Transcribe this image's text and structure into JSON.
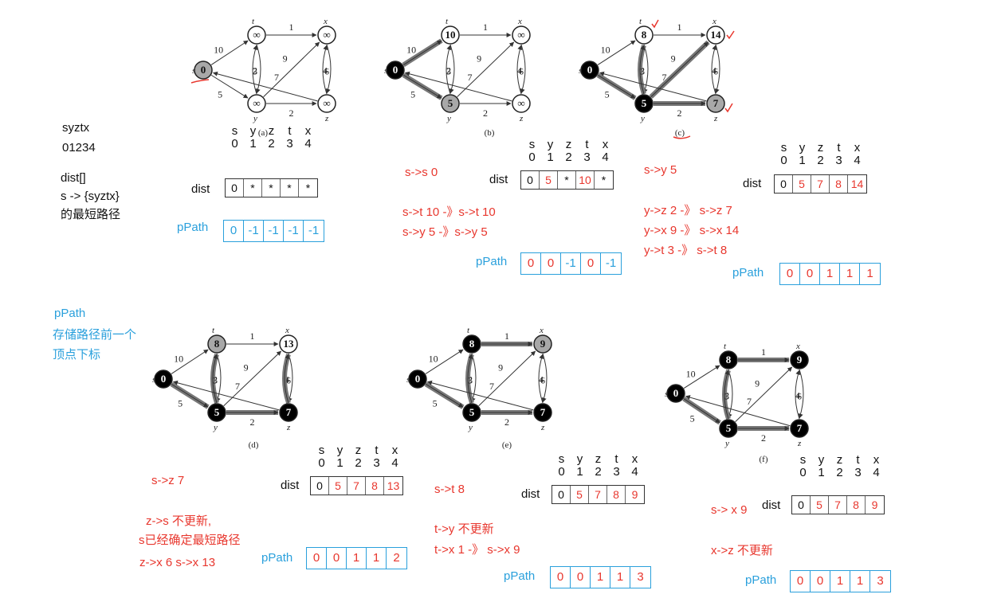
{
  "notes": {
    "order_label": "syztx",
    "index_label": "01234",
    "dist_label": "dist[]",
    "dist_desc_1": "s -> {syztx}",
    "dist_desc_2": "的最短路径",
    "ppath_label": "pPath",
    "ppath_desc_1": "存储路径前一个",
    "ppath_desc_2": "顶点下标"
  },
  "table_header": {
    "names": [
      "s",
      "y",
      "z",
      "t",
      "x"
    ],
    "indices": [
      "0",
      "1",
      "2",
      "3",
      "4"
    ]
  },
  "labels": {
    "dist": "dist",
    "ppath": "pPath"
  },
  "graphs": [
    {
      "caption": "(a)",
      "values": [
        "0",
        "∞",
        "∞",
        "∞",
        "∞"
      ],
      "dist": [
        "0",
        "*",
        "*",
        "*",
        "*"
      ],
      "ppath": [
        "0",
        "-1",
        "-1",
        "-1",
        "-1"
      ],
      "steps": []
    },
    {
      "caption": "(b)",
      "values": [
        "0",
        "5",
        "∞",
        "10",
        "∞"
      ],
      "dist": [
        "0",
        "5",
        "*",
        "10",
        "*"
      ],
      "ppath": [
        "0",
        "0",
        "-1",
        "0",
        "-1"
      ],
      "steps": [
        "s->s  0",
        "s->t 10 -》s->t 10",
        "s->y 5  -》s->y 5"
      ]
    },
    {
      "caption": "(c)",
      "values": [
        "0",
        "5",
        "7",
        "8",
        "14"
      ],
      "dist": [
        "0",
        "5",
        "7",
        "8",
        "14"
      ],
      "ppath": [
        "0",
        "0",
        "1",
        "1",
        "1"
      ],
      "steps": [
        "s->y  5",
        "y->z 2 -》 s->z  7",
        "y->x 9 -》 s->x  14",
        "y->t 3 -》 s->t  8"
      ]
    },
    {
      "caption": "(d)",
      "values": [
        "0",
        "5",
        "7",
        "8",
        "13"
      ],
      "dist": [
        "0",
        "5",
        "7",
        "8",
        "13"
      ],
      "ppath": [
        "0",
        "0",
        "1",
        "1",
        "2"
      ],
      "steps": [
        "s->z   7",
        "z->s  不更新,",
        "s已经确定最短路径",
        "z->x  6    s->x  13"
      ]
    },
    {
      "caption": "(e)",
      "values": [
        "0",
        "5",
        "7",
        "8",
        "9"
      ],
      "dist": [
        "0",
        "5",
        "7",
        "8",
        "9"
      ],
      "ppath": [
        "0",
        "0",
        "1",
        "1",
        "3"
      ],
      "steps": [
        "s->t   8",
        "t->y  不更新",
        "t->x  1 -》 s->x  9"
      ]
    },
    {
      "caption": "(f)",
      "values": [
        "0",
        "5",
        "7",
        "8",
        "9"
      ],
      "dist": [
        "0",
        "5",
        "7",
        "8",
        "9"
      ],
      "ppath": [
        "0",
        "0",
        "1",
        "1",
        "3"
      ],
      "steps": [
        "s-> x  9",
        "x->z  不更新"
      ]
    }
  ],
  "node_names": {
    "s": "s",
    "t": "t",
    "x": "x",
    "y": "y",
    "z": "z"
  },
  "edge_weights": {
    "s_t": "10",
    "s_y": "5",
    "t_x": "1",
    "t_y": "2",
    "y_t": "3",
    "y_x": "9",
    "y_z": "2",
    "x_z": "4",
    "z_x": "6",
    "z_s": "7"
  },
  "colors": {
    "annotation_red": "#e8372e",
    "ppath_blue": "#2aa0dc",
    "node_black": "#000000",
    "node_gray": "#a8a8a8",
    "node_white": "#ffffff"
  }
}
